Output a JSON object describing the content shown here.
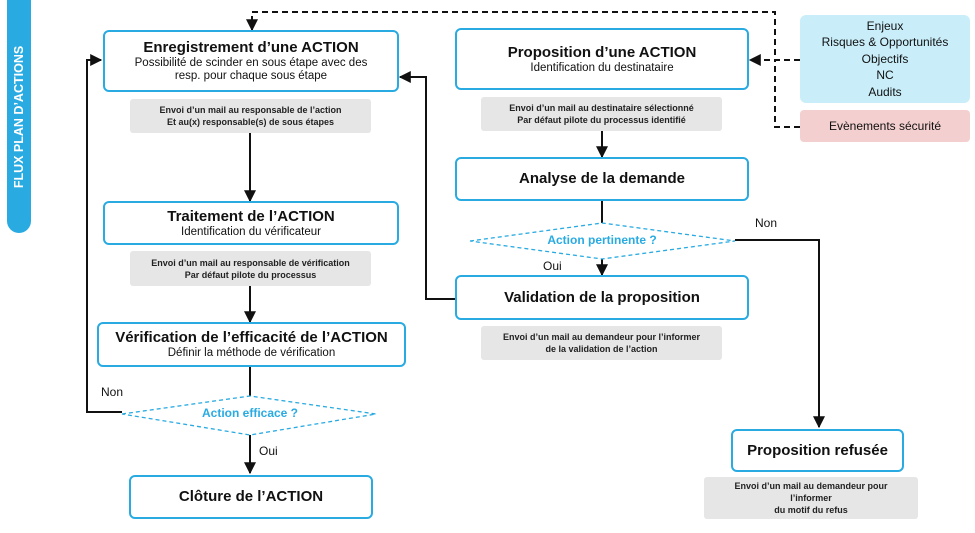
{
  "sidebar_title": "FLUX PLAN D’ACTIONS",
  "boxes": {
    "enregistrement": {
      "title": "Enregistrement d’une ACTION",
      "sub1": "Possibilité de scinder en sous étape avec des",
      "sub2": "resp. pour chaque sous étape"
    },
    "traitement": {
      "title": "Traitement de l’ACTION",
      "sub": "Identification du vérificateur"
    },
    "verification": {
      "title": "Vérification de l’efficacité de l’ACTION",
      "sub": "Définir la méthode de vérification"
    },
    "cloture": {
      "title": "Clôture de l’ACTION"
    },
    "proposition": {
      "title": "Proposition d’une ACTION",
      "sub": "Identification du destinataire"
    },
    "analyse": {
      "title": "Analyse de la demande"
    },
    "validation": {
      "title": "Validation de la proposition"
    },
    "refusee": {
      "title": "Proposition refusée"
    }
  },
  "notes": {
    "enregistrement": [
      "Envoi d’un mail au responsable de l’action",
      "Et au(x) responsable(s) de sous étapes"
    ],
    "traitement": [
      "Envoi d’un mail au responsable de vérification",
      "Par défaut pilote du processus"
    ],
    "proposition": [
      "Envoi d’un mail au destinataire sélectionné",
      "Par défaut pilote du processus identifié"
    ],
    "validation": [
      "Envoi d’un mail au demandeur pour l’informer",
      "de la validation de l’action"
    ],
    "refusee": [
      "Envoi d’un mail au demandeur pour",
      "l’informer",
      "du motif du refus"
    ]
  },
  "decisions": {
    "efficace": "Action efficace ?",
    "pertinente": "Action pertinente ?"
  },
  "labels": {
    "non": "Non",
    "oui": "Oui"
  },
  "sources": [
    "Enjeux",
    "Risques & Opportunités",
    "Objectifs",
    "NC",
    "Audits"
  ],
  "events": "Evènements sécurité",
  "colors": {
    "accent": "#29abe2",
    "note_bg": "#e6e6e6",
    "sources_bg": "#c9eefa",
    "events_bg": "#f4cfcf"
  }
}
